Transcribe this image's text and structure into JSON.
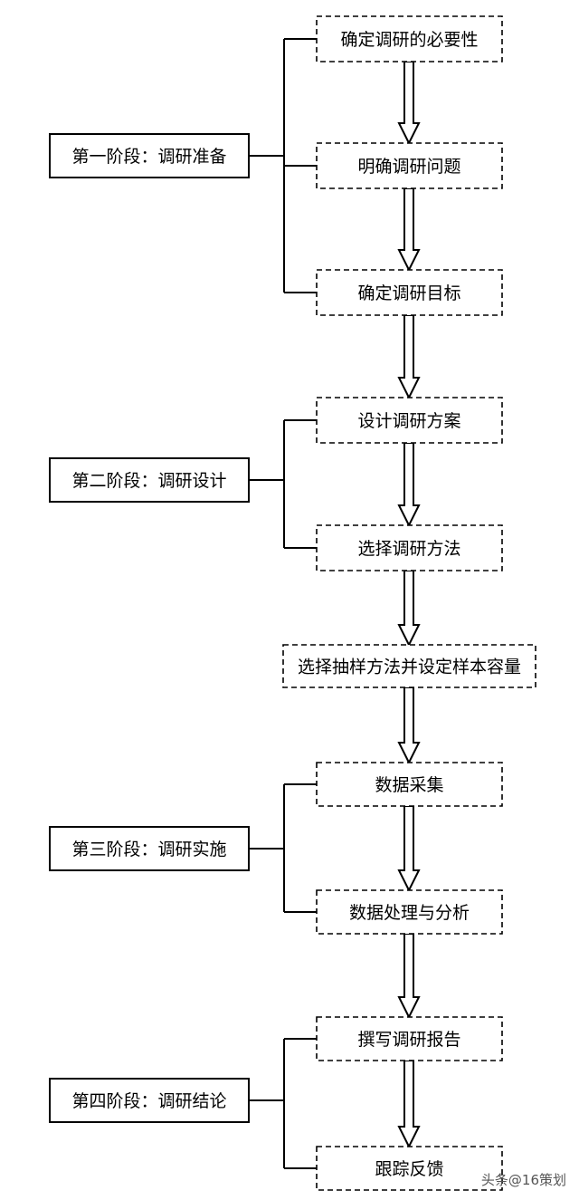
{
  "stages": [
    {
      "id": "stage-1",
      "label": "第一阶段：调研准备",
      "steps": [
        0,
        1,
        2
      ]
    },
    {
      "id": "stage-2",
      "label": "第二阶段：调研设计",
      "steps": [
        3,
        4
      ]
    },
    {
      "id": "stage-3",
      "label": "第三阶段：调研实施",
      "steps": [
        6,
        7
      ]
    },
    {
      "id": "stage-4",
      "label": "第四阶段：调研结论",
      "steps": [
        8,
        9
      ]
    }
  ],
  "steps": [
    "确定调研的必要性",
    "明确调研问题",
    "确定调研目标",
    "设计调研方案",
    "选择调研方法",
    "选择抽样方法并设定样本容量",
    "数据采集",
    "数据处理与分析",
    "撰写调研报告",
    "跟踪反馈"
  ],
  "watermark": "头条@16策划"
}
